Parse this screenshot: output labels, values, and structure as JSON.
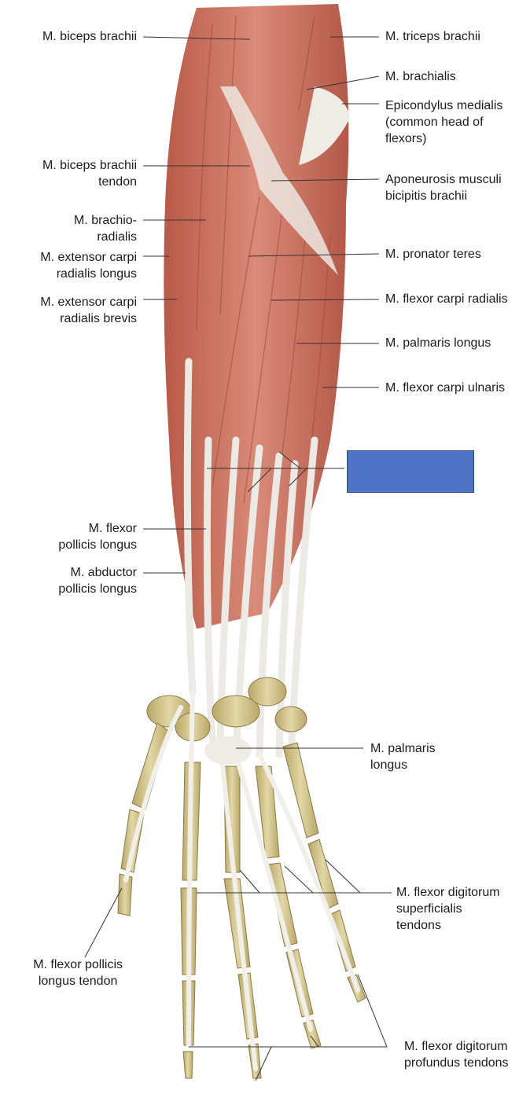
{
  "labels": {
    "biceps_brachii": "M. biceps brachii",
    "biceps_tendon": "M. biceps brachii\ntendon",
    "brachioradialis": "M. brachio-\nradialis",
    "ext_carpi_rad_longus": "M. extensor carpi\nradialis longus",
    "ext_carpi_rad_brevis": "M. extensor carpi\nradialis brevis",
    "flexor_pollicis_longus": "M. flexor\npollicis longus",
    "abductor_pollicis_longus": "M. abductor\npollicis longus",
    "fpl_tendon": "M. flexor pollicis\nlongus tendon",
    "triceps_brachii": "M. triceps brachii",
    "brachialis": "M. brachialis",
    "epicondylus": "Epicondylus medialis\n(common head of\nflexors)",
    "aponeurosis": "Aponeurosis musculi\nbicipitis brachii",
    "pronator_teres": "M. pronator teres",
    "flexor_carpi_radialis": "M. flexor carpi radialis",
    "palmaris_longus": "M. palmaris longus",
    "flexor_carpi_ulnaris": "M. flexor carpi ulnaris",
    "palmaris_longus_hand": "M. palmaris\nlongus",
    "fds_tendons": "M. flexor digitorum\nsuperficialis\ntendons",
    "fdp_tendons": "M. flexor digitorum\nprofundus tendons"
  },
  "colors": {
    "muscle": "#c96f5f",
    "muscle_dark": "#a8503f",
    "tendon": "#ecebe6",
    "bone": "#d3c48a",
    "blank_box": "#4f73c4"
  }
}
